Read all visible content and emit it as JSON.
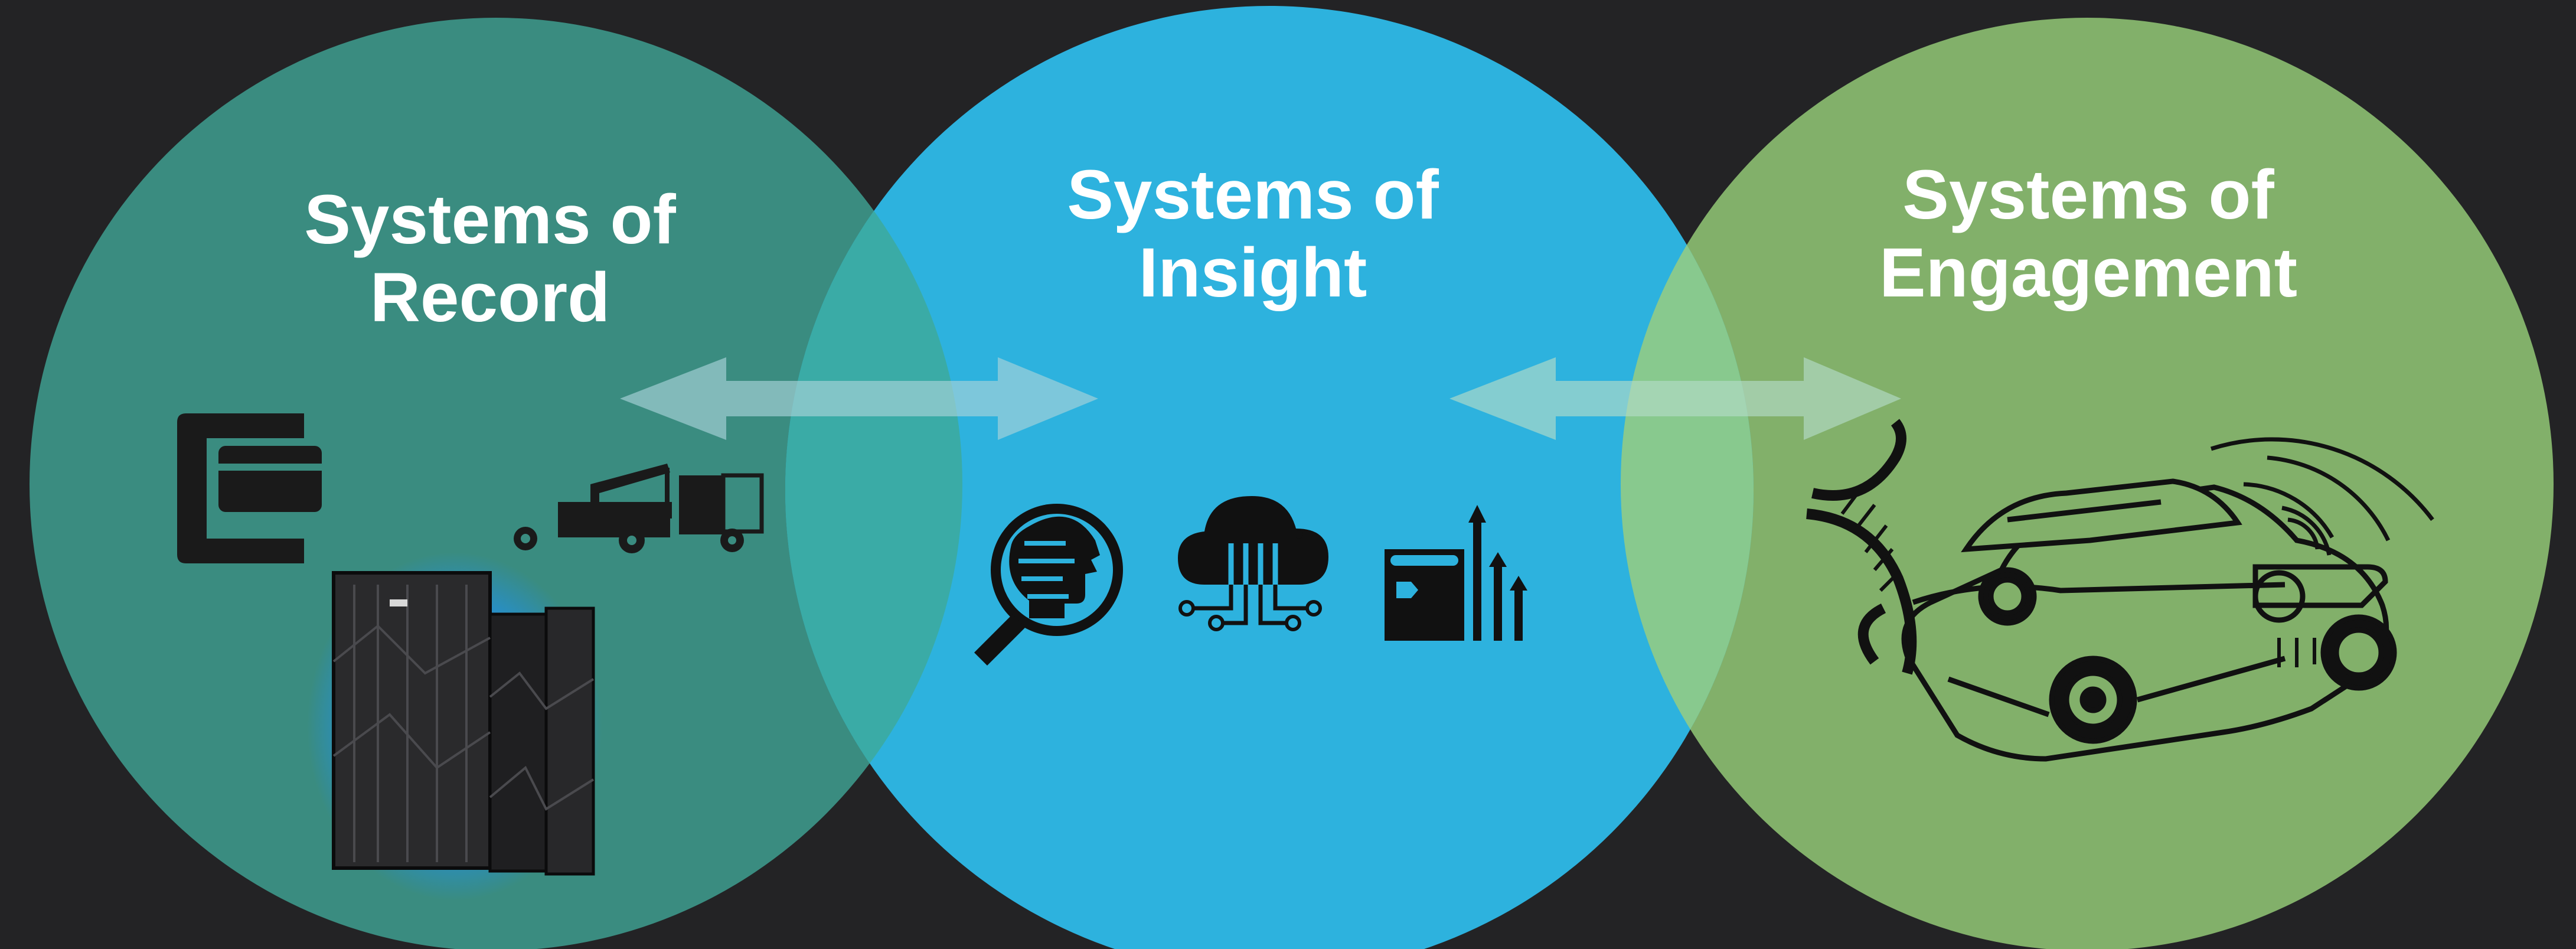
{
  "circles": [
    {
      "id": "record",
      "title_line1": "Systems of",
      "title_line2": "Record",
      "color": "#3a8c80"
    },
    {
      "id": "insight",
      "title_line1": "Systems of",
      "title_line2": "Insight",
      "color": "#2db2de"
    },
    {
      "id": "engagement",
      "title_line1": "Systems of",
      "title_line2": "Engagement",
      "color": "#82b06a"
    }
  ],
  "overlap_colors": {
    "record_insight": "#3aaba6",
    "insight_engagement": "#88c98e"
  },
  "background": "#232325",
  "arrows": [
    {
      "id": "record-insight",
      "color": "#a9d2d8",
      "style": "double-headed"
    },
    {
      "id": "insight-engagement",
      "color": "#b4dcc7",
      "style": "double-headed"
    }
  ],
  "icons": {
    "record": [
      "credit-card-icon",
      "crane-truck-icon",
      "mainframe-server-icon"
    ],
    "insight": [
      "head-magnifier-icon",
      "cloud-circuit-icon",
      "growth-bars-icon"
    ],
    "engagement": [
      "dna-helix-icon",
      "connected-car-icon",
      "wireless-signal-icon"
    ]
  }
}
